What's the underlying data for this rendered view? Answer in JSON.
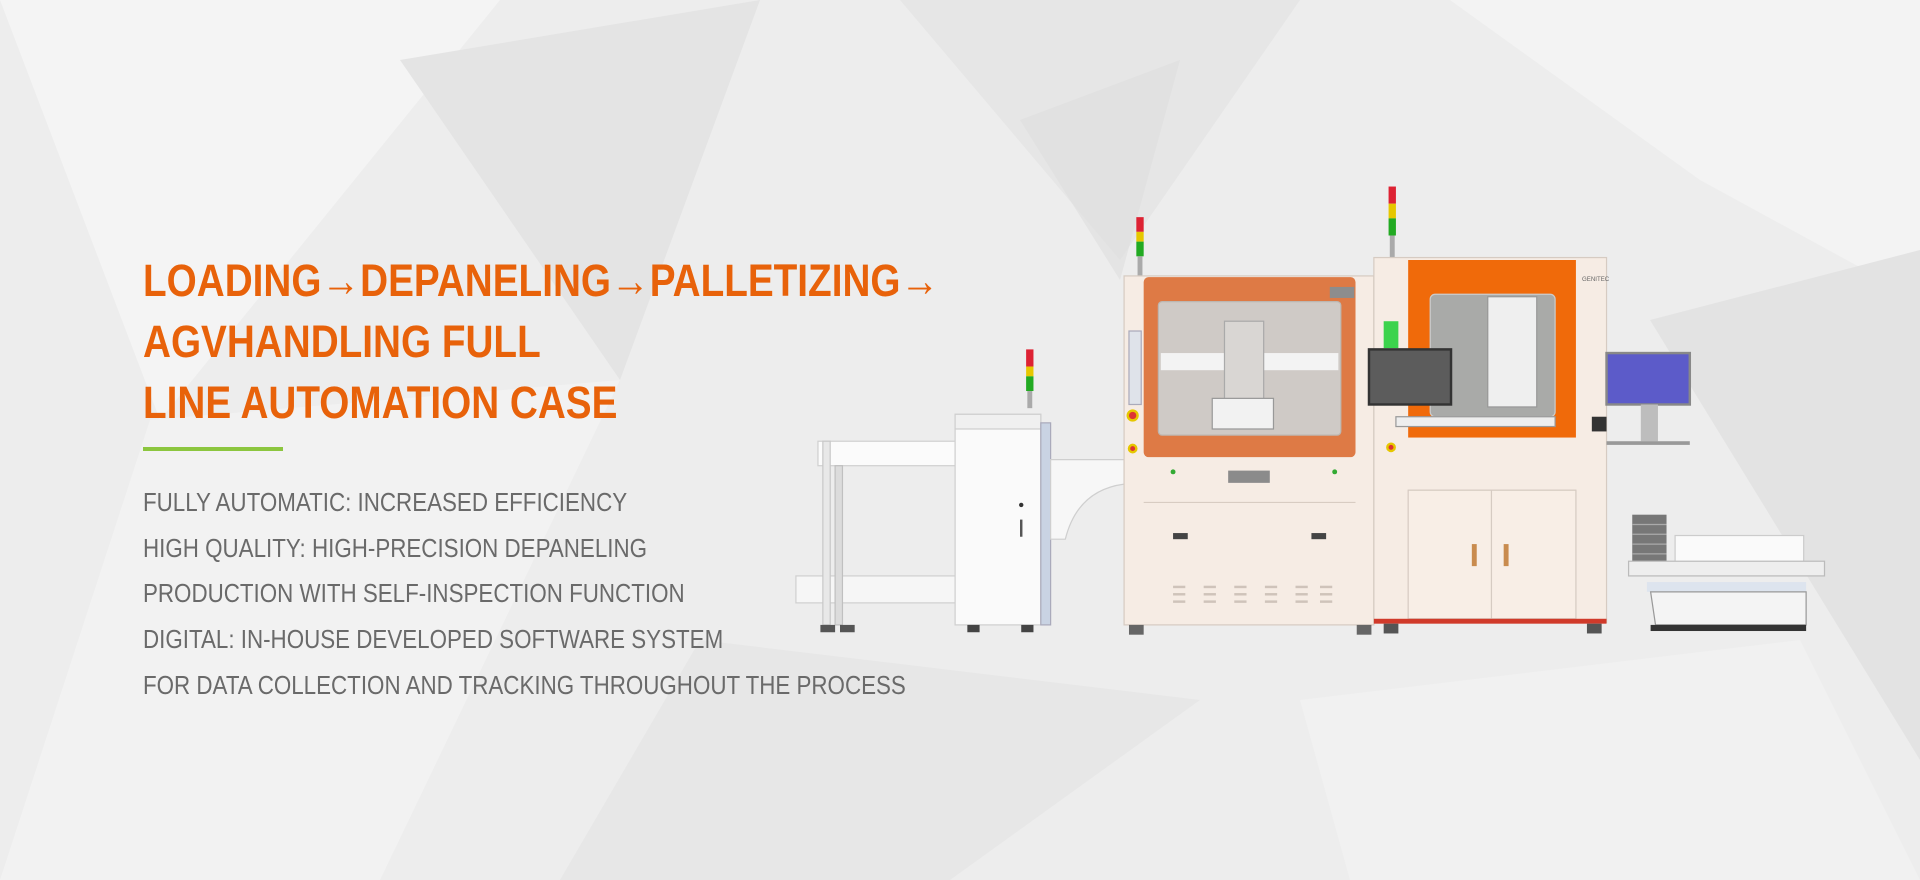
{
  "banner": {
    "title_lines": [
      "LOADING→DEPANELING→PALLETIZING→",
      "AGVHANDLING FULL",
      "LINE AUTOMATION CASE"
    ],
    "features": [
      "FULLY AUTOMATIC: INCREASED EFFICIENCY",
      "HIGH QUALITY: HIGH-PRECISION DEPANELING",
      "PRODUCTION WITH SELF-INSPECTION FUNCTION",
      "DIGITAL: IN-HOUSE DEVELOPED SOFTWARE SYSTEM",
      "FOR DATA COLLECTION AND TRACKING THROUGHOUT THE PROCESS"
    ],
    "machine_brand": "GENITEC"
  },
  "colors": {
    "accent": "#e8620a",
    "divider": "#8cc63f",
    "body_text": "#6a6a6a"
  }
}
